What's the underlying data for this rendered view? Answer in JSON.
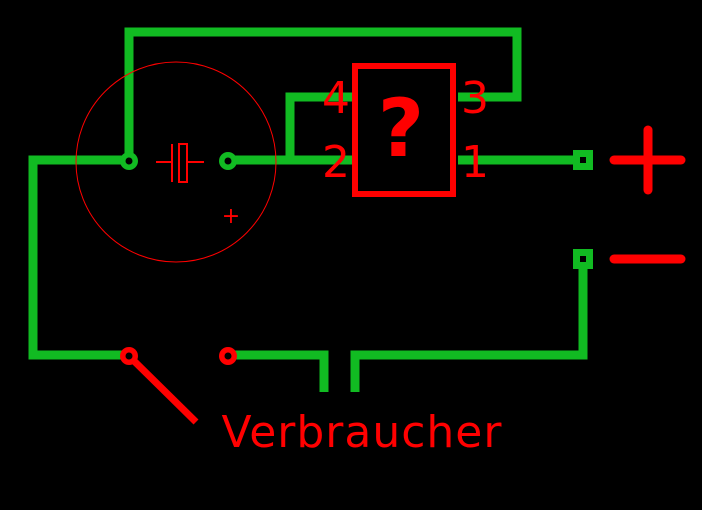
{
  "colors": {
    "background": "#000000",
    "trace": "#11bb22",
    "component": "#ff0000",
    "pad": "#11bb22"
  },
  "chip": {
    "symbol": "?",
    "pins": {
      "pin1": "1",
      "pin2": "2",
      "pin3": "3",
      "pin4": "4"
    }
  },
  "capacitor": {
    "polarity": "+"
  },
  "terminals": {
    "positive": "+",
    "negative": "−"
  },
  "load_label": "Verbraucher"
}
